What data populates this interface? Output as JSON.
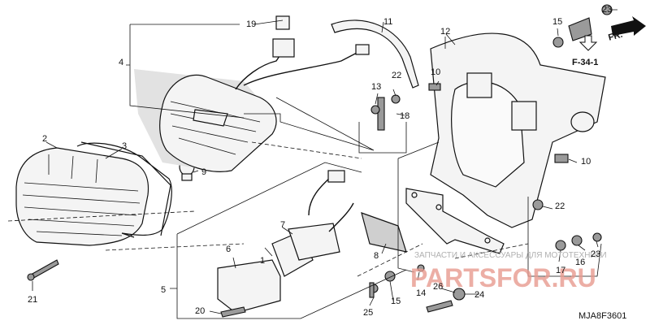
{
  "diagram": {
    "code": "MJA8F3601",
    "ref_label": "F-34-1",
    "direction_label": "FR.",
    "watermark": {
      "line1": "ЗАПЧАСТИ И АКСЕССУАРЫ ДЛЯ МОТОТЕХНИКИ",
      "line2": "PARTSFOR.RU"
    },
    "callouts": [
      "1",
      "2",
      "3",
      "4",
      "5",
      "6",
      "7",
      "8",
      "9",
      "10",
      "10",
      "11",
      "12",
      "13",
      "14",
      "15",
      "15",
      "16",
      "17",
      "18",
      "19",
      "20",
      "21",
      "22",
      "22",
      "23",
      "23",
      "24",
      "25",
      "26"
    ]
  }
}
